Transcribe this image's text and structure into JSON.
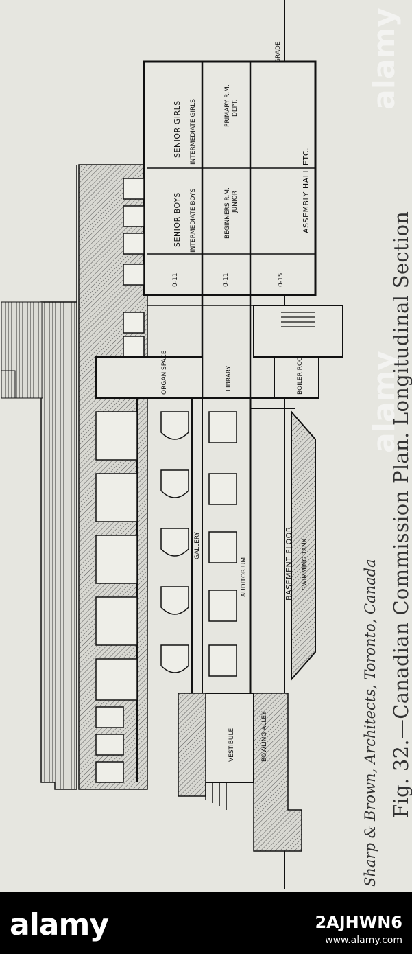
{
  "figure": {
    "caption": "Fig. 32.—Canadian Commission Plan. Longitudinal Section",
    "credit": "Sharp & Brown, Architects, Toronto, Canada"
  },
  "drawing_labels": {
    "grade": "GRADE",
    "senior_girls": "SENIOR GIRLS",
    "intermediate_girls": "INTERMEDIATE GIRLS",
    "primary_rm": "PRIMARY R.M.",
    "dept": "DEPT.",
    "assembly_hall": "ASSEMBLY HALL ETC.",
    "senior_boys": "SENIOR BOYS",
    "intermediate_boys": "INTERMEDIATE BOYS",
    "beginners_rm": "BEGINNERS R.M.",
    "junior": "JUNIOR",
    "dim_1": "0-11",
    "dim_2": "0-11",
    "dim_3": "0-15",
    "organ_space": "ORGAN SPACE",
    "library": "LIBRARY",
    "boiler_room": "BOILER ROOM",
    "gallery": "GALLERY",
    "auditorium": "AUDITORIUM",
    "basement_floor": "BASEMENT FLOOR",
    "swimming_tank": "SWIMMING TANK",
    "vestibule": "VESTIBULE",
    "bowling_alley": "BOWLING ALLEY"
  },
  "watermark": {
    "text": "alamy"
  },
  "footer": {
    "logo": "alamy",
    "image_code": "2AJHWN6",
    "url": "www.alamy.com"
  }
}
